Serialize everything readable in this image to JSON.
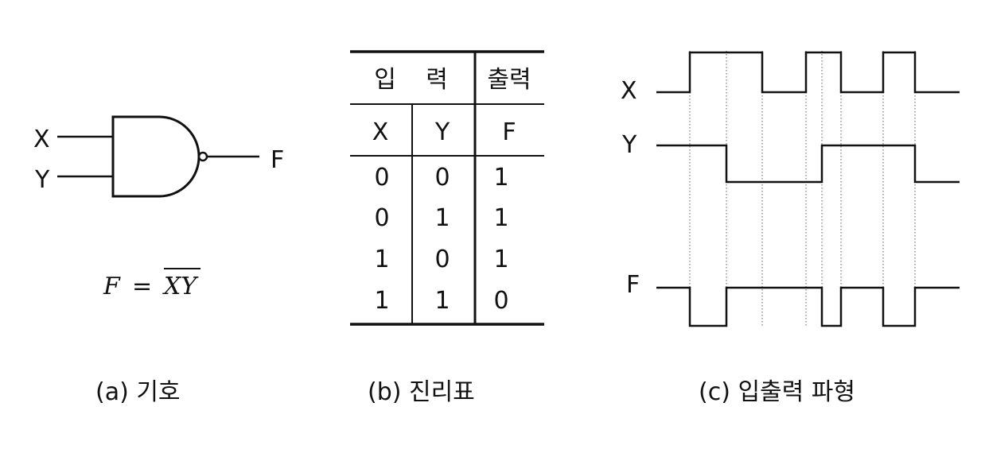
{
  "symbol": {
    "input_x": "X",
    "input_y": "Y",
    "output": "F",
    "eq_lhs": "F",
    "eq_op": "=",
    "eq_rhs": "XY",
    "caption": "(a) 기호"
  },
  "truth_table": {
    "header_input_1": "입",
    "header_input_2": "력",
    "header_output": "출력",
    "columns": [
      "X",
      "Y",
      "F"
    ],
    "rows": [
      [
        "0",
        "0",
        "1"
      ],
      [
        "0",
        "1",
        "1"
      ],
      [
        "1",
        "0",
        "1"
      ],
      [
        "1",
        "1",
        "0"
      ]
    ],
    "caption": "(b) 진리표"
  },
  "waveform": {
    "labels": [
      "X",
      "Y",
      "F"
    ],
    "transitions": [
      867,
      913,
      958,
      1013,
      1033,
      1057,
      1110,
      1150
    ],
    "signals": {
      "X": [
        0,
        1,
        1,
        0,
        1,
        1,
        0,
        1,
        0
      ],
      "Y": [
        1,
        1,
        0,
        0,
        0,
        1,
        1,
        1,
        0
      ],
      "F": [
        1,
        0,
        1,
        1,
        1,
        0,
        1,
        0,
        1
      ]
    },
    "caption": "(c) 입출력 파형"
  }
}
